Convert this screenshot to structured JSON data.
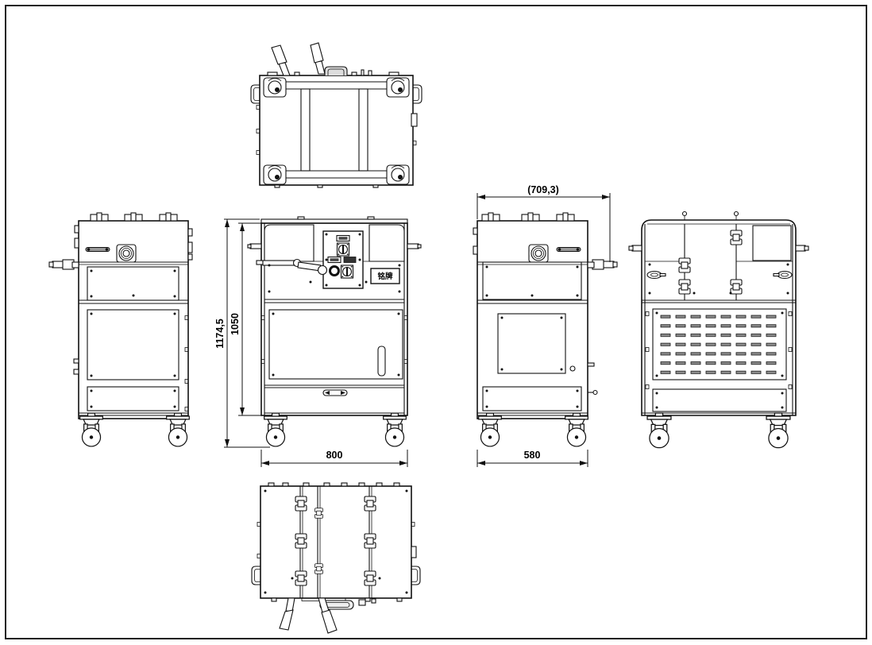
{
  "dimensions": {
    "overall_height": "1174,5",
    "cabinet_height": "1050",
    "front_width": "800",
    "side_depth": "580",
    "side_overall_depth": "(709,3)"
  },
  "labels": {
    "nameplate": "铭牌"
  },
  "colors": {
    "line": "#111111",
    "background": "#ffffff",
    "hardware_gray": "#999999"
  }
}
